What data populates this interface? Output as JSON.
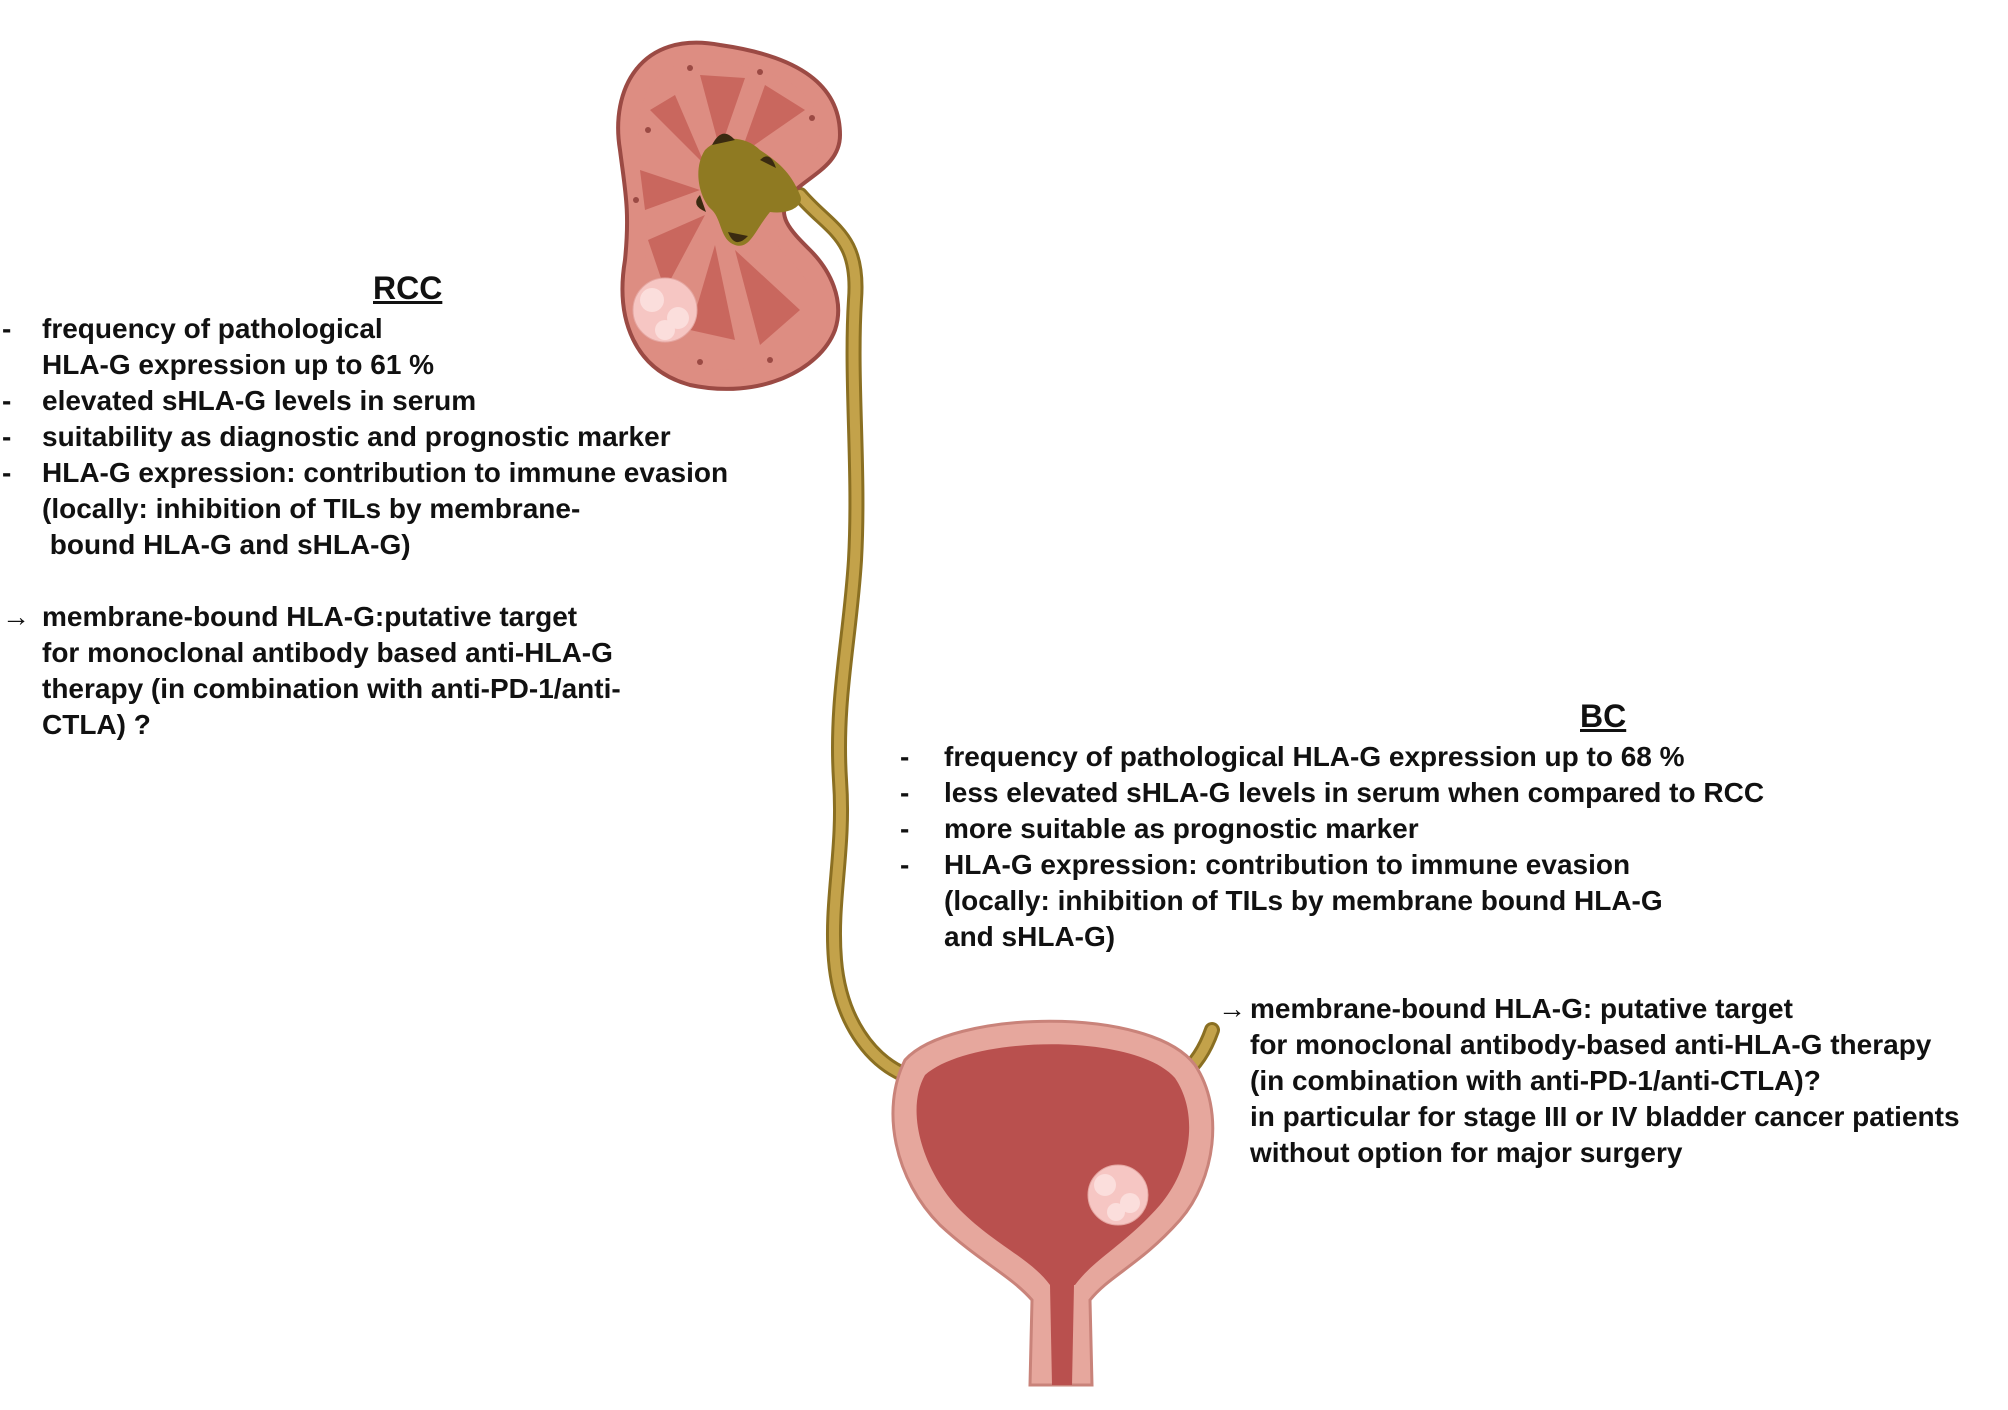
{
  "colors": {
    "kidney_outer": "#dd8d82",
    "kidney_cortex_border": "#9b4a44",
    "kidney_pyramid": "#c9675e",
    "renal_pelvis": "#8f7a22",
    "ureter": "#c3a24a",
    "ureter_dark": "#8a6f22",
    "bladder_wall": "#e6a79d",
    "bladder_inner": "#b9504e",
    "tumor": "#f6c6c3",
    "text": "#111111"
  },
  "icons": {
    "kidney": "kidney-illustration",
    "bladder": "bladder-illustration",
    "ureter": "ureter-illustration",
    "tumor": "tumor-nodule"
  },
  "rcc": {
    "heading": "RCC",
    "lines": [
      {
        "marker": "-",
        "text": "frequency of pathological"
      },
      {
        "marker": "",
        "text": "HLA-G expression up to 61 %"
      },
      {
        "marker": "-",
        "text": "elevated sHLA-G levels in serum"
      },
      {
        "marker": "-",
        "text": "suitability as diagnostic and prognostic marker"
      },
      {
        "marker": "-",
        "text": "HLA-G expression: contribution to immune evasion"
      },
      {
        "marker": "",
        "text": "(locally: inhibition of TILs by membrane-"
      },
      {
        "marker": "",
        "text": " bound HLA-G and sHLA-G)"
      },
      {
        "marker": "→",
        "text": "membrane-bound HLA-G:putative target"
      },
      {
        "marker": "",
        "text": "for monoclonal antibody based anti-HLA-G"
      },
      {
        "marker": "",
        "text": "therapy (in combination with anti-PD-1/anti-"
      },
      {
        "marker": "",
        "text": "CTLA) ?"
      }
    ]
  },
  "bc": {
    "heading": "BC",
    "lines": [
      {
        "marker": "-",
        "text": "frequency of pathological HLA-G expression up to 68 %"
      },
      {
        "marker": "-",
        "text": "less elevated sHLA-G levels in serum when compared to RCC"
      },
      {
        "marker": "-",
        "text": "more suitable as prognostic marker"
      },
      {
        "marker": "-",
        "text": "HLA-G expression: contribution to immune evasion"
      },
      {
        "marker": "",
        "text": "(locally: inhibition of TILs by membrane bound HLA-G"
      },
      {
        "marker": "",
        "text": "and sHLA-G)"
      }
    ],
    "therapy": [
      {
        "marker": "→",
        "text": "membrane-bound HLA-G: putative target"
      },
      {
        "marker": "",
        "text": "for monoclonal antibody-based anti-HLA-G therapy"
      },
      {
        "marker": "",
        "text": "(in combination with anti-PD-1/anti-CTLA)?"
      },
      {
        "marker": "",
        "text": "in particular for stage III or IV bladder cancer patients"
      },
      {
        "marker": "",
        "text": "without option for major surgery"
      }
    ]
  }
}
